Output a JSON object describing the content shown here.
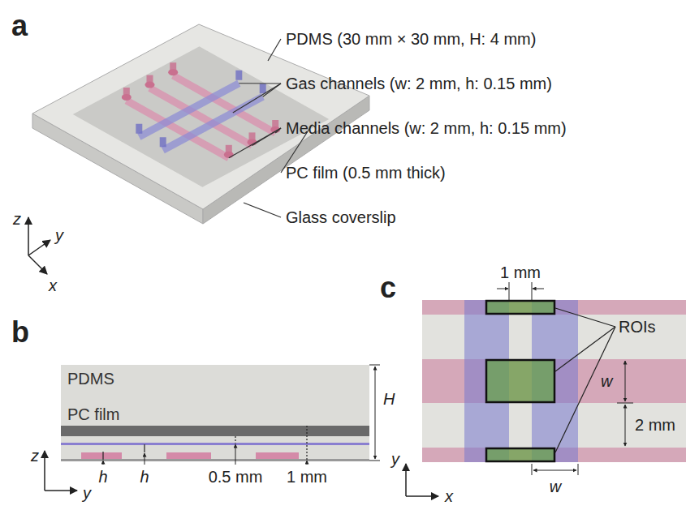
{
  "diagram": {
    "nodes": [
      {
        "text": [
          "PDMS"
        ]
      },
      {
        "text": [
          "PC film"
        ],
        "in": 0
      }
    ],
    "labels": [
      "a",
      "PDMS (30 mm × 30 mm, H: 4 mm)",
      "Gas channels (w: 2 mm, h: 0.15 mm)",
      "Media channels (w: 2 mm, h: 0.15 mm)",
      "PC film (0.5 mm thick)",
      "Glass coverslip",
      "z",
      "y",
      "x",
      "b",
      "H",
      "h",
      "h",
      "0.5 mm",
      "1 mm",
      "z",
      "y",
      "c",
      "1 mm",
      "ROIs",
      "w",
      "2 mm",
      "w",
      "y",
      "x"
    ]
  }
}
